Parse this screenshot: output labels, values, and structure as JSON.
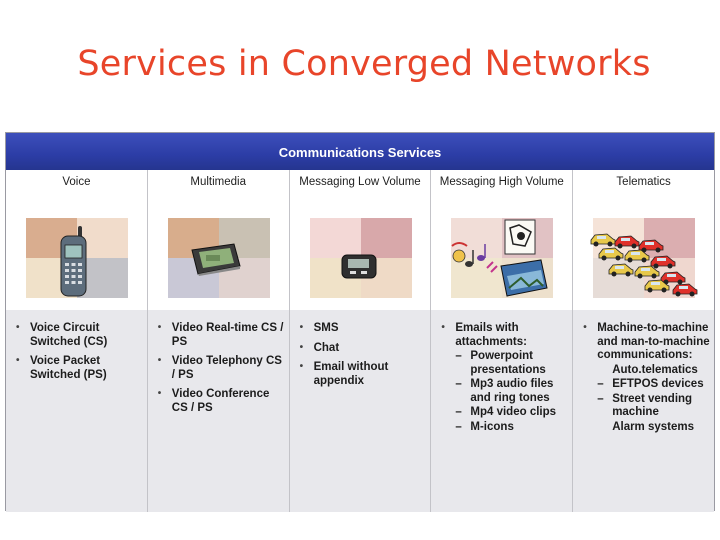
{
  "slide": {
    "title": "Services in Converged Networks"
  },
  "table": {
    "header": "Communications Services",
    "columns": [
      {
        "label": "Voice",
        "tile_colors": [
          "#d9ad8f",
          "#f1dccb",
          "#f0e1c9",
          "#c2c2c7"
        ],
        "icon": "mobile-phone-icon",
        "items": [
          {
            "text": "Voice Circuit Switched (CS)",
            "sub": []
          },
          {
            "text": "Voice Packet Switched (PS)",
            "sub": []
          }
        ]
      },
      {
        "label": "Multimedia",
        "tile_colors": [
          "#d8ad8c",
          "#c9c1b3",
          "#c9c8d6",
          "#e0d2cf"
        ],
        "icon": "pda-device-icon",
        "items": [
          {
            "text": "Video Real-time CS / PS",
            "sub": []
          },
          {
            "text": "Video Telephony CS / PS",
            "sub": []
          },
          {
            "text": "Video Conference CS / PS",
            "sub": []
          }
        ]
      },
      {
        "label": "Messaging Low Volume",
        "tile_colors": [
          "#f3d8d6",
          "#d8a8aa",
          "#f0e2c8",
          "#efdac6"
        ],
        "icon": "pager-icon",
        "items": [
          {
            "text": "SMS",
            "sub": []
          },
          {
            "text": "Chat",
            "sub": []
          },
          {
            "text": "Email without appendix",
            "sub": []
          }
        ]
      },
      {
        "label": "Messaging High Volume",
        "tile_colors": [
          "#f1ddd7",
          "#e1c2c4",
          "#f0e6cf",
          "#ede0cc"
        ],
        "icon": "multimedia-clipart-icon",
        "items": [
          {
            "text": "Emails with attachments:",
            "sub": [
              {
                "dash": true,
                "text": "Powerpoint presentations"
              },
              {
                "dash": true,
                "text": "Mp3 audio files and ring tones"
              },
              {
                "dash": true,
                "text": "Mp4 video clips"
              },
              {
                "dash": true,
                "text": "M-icons"
              }
            ]
          }
        ]
      },
      {
        "label": "Telematics",
        "tile_colors": [
          "#f5e3d8",
          "#dbaeb0",
          "#e6dcd7",
          "#efd7cf"
        ],
        "icon": "car-fleet-icon",
        "items": [
          {
            "text": "Machine-to-machine and man-to-machine communications:",
            "sub": [
              {
                "dash": false,
                "text": "Auto.telematics"
              },
              {
                "dash": true,
                "text": "EFTPOS devices"
              },
              {
                "dash": true,
                "text": "Street vending machine"
              },
              {
                "dash": false,
                "text": "Alarm systems"
              }
            ]
          }
        ]
      }
    ]
  }
}
